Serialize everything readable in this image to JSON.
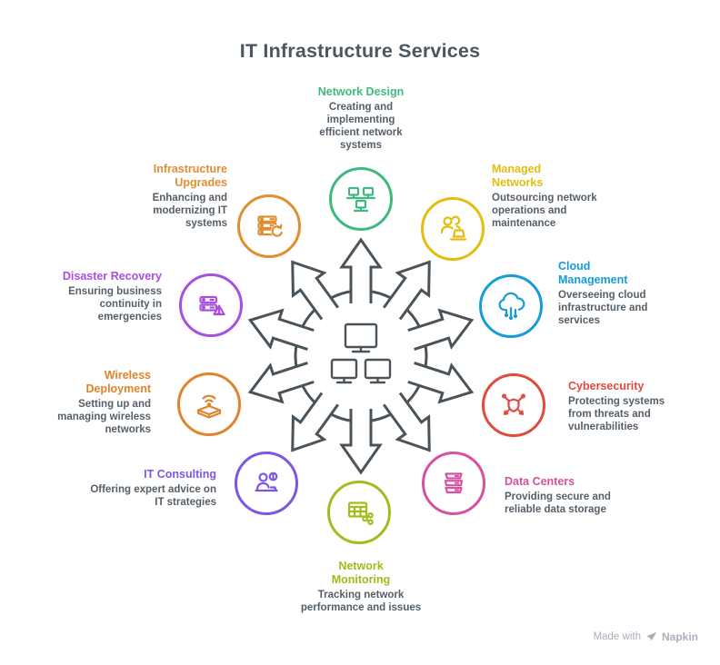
{
  "title": "IT Infrastructure Services",
  "colors": {
    "title": "#4C5660",
    "description": "#555F69",
    "hub": "#4A5359",
    "watermark": "#A9AFBA",
    "background": "#FFFFFF"
  },
  "center": {
    "icon": "network-hub-icon",
    "color": "#4A5359"
  },
  "services": [
    {
      "name": "Network Design",
      "description": "Creating and implementing efficient network systems",
      "color": "#3EBA7E",
      "icon": "network-design-icon"
    },
    {
      "name": "Managed Networks",
      "description": "Outsourcing network operations and maintenance",
      "color": "#E3BE0F",
      "icon": "team-laptop-icon"
    },
    {
      "name": "Cloud Management",
      "description": "Overseeing cloud infrastructure and services",
      "color": "#189BD9",
      "icon": "cloud-circuit-icon"
    },
    {
      "name": "Cybersecurity",
      "description": "Protecting systems from threats and vulnerabilities",
      "color": "#E04A3F",
      "icon": "shield-network-icon"
    },
    {
      "name": "Data Centers",
      "description": "Providing secure and reliable data storage",
      "color": "#D750A0",
      "icon": "server-stack-icon"
    },
    {
      "name": "Network Monitoring",
      "description": "Tracking network performance and issues",
      "color": "#9FBE1D",
      "icon": "table-share-icon"
    },
    {
      "name": "IT Consulting",
      "description": "Offering expert advice on IT strategies",
      "color": "#7D55E6",
      "icon": "consultant-icon"
    },
    {
      "name": "Wireless Deployment",
      "description": "Setting up and managing wireless networks",
      "color": "#E0832D",
      "icon": "router-wifi-icon"
    },
    {
      "name": "Disaster Recovery",
      "description": "Ensuring business continuity in emergencies",
      "color": "#A84FDF",
      "icon": "server-alert-icon"
    },
    {
      "name": "Infrastructure Upgrades",
      "description": "Enhancing and modernizing IT systems",
      "color": "#E08E33",
      "icon": "server-refresh-icon"
    }
  ],
  "watermark": {
    "prefix": "Made with",
    "brand": "Napkin"
  }
}
